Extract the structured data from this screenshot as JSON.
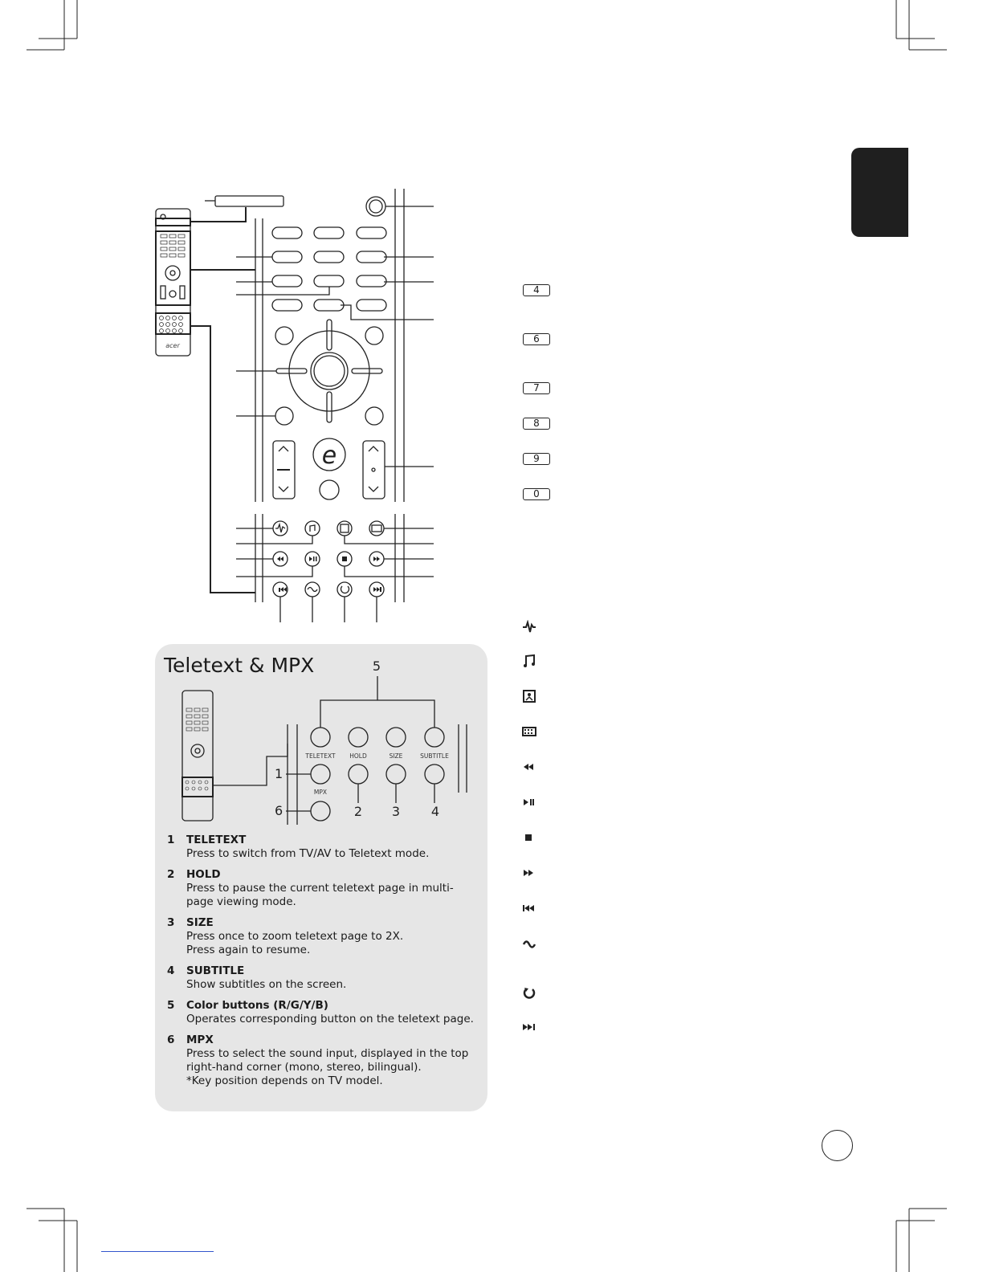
{
  "teletext_panel": {
    "title": "Teletext & MPX",
    "diagram": {
      "buttons_top": [
        "TELETEXT",
        "HOLD",
        "SIZE",
        "SUBTITLE"
      ],
      "button_mpx": "MPX",
      "callouts": [
        "1",
        "2",
        "3",
        "4",
        "5",
        "6"
      ]
    },
    "items": [
      {
        "num": "1",
        "name": "TELETEXT",
        "lines": [
          "Press to switch from TV/AV to Teletext mode."
        ]
      },
      {
        "num": "2",
        "name": "HOLD",
        "lines": [
          "Press to pause the current teletext page in multi-page viewing mode."
        ]
      },
      {
        "num": "3",
        "name": "SIZE",
        "lines": [
          "Press once to zoom teletext page to 2X.",
          "Press again to resume."
        ]
      },
      {
        "num": "4",
        "name": "SUBTITLE",
        "lines": [
          "Show subtitles on the screen."
        ]
      },
      {
        "num": "5",
        "name": "Color buttons (R/G/Y/B)",
        "lines": [
          "Operates corresponding button on the teletext page."
        ]
      },
      {
        "num": "6",
        "name": "MPX",
        "lines": [
          "Press to select the sound input, displayed in the top right-hand corner (mono, stereo, bilingual).",
          "*Key position depends on TV model."
        ]
      }
    ]
  },
  "right_column": {
    "keycaps": [
      "4",
      "6",
      "7",
      "8",
      "9",
      "0"
    ],
    "icons": [
      "pulse-icon",
      "music-note-icon",
      "photo-icon",
      "film-icon",
      "rewind-icon",
      "play-pause-icon",
      "stop-icon",
      "fast-forward-icon",
      "skip-back-icon",
      "cycle-icon",
      "repeat-icon",
      "skip-forward-icon"
    ]
  },
  "remote": {
    "logo": "acer",
    "enter_button": "e"
  }
}
